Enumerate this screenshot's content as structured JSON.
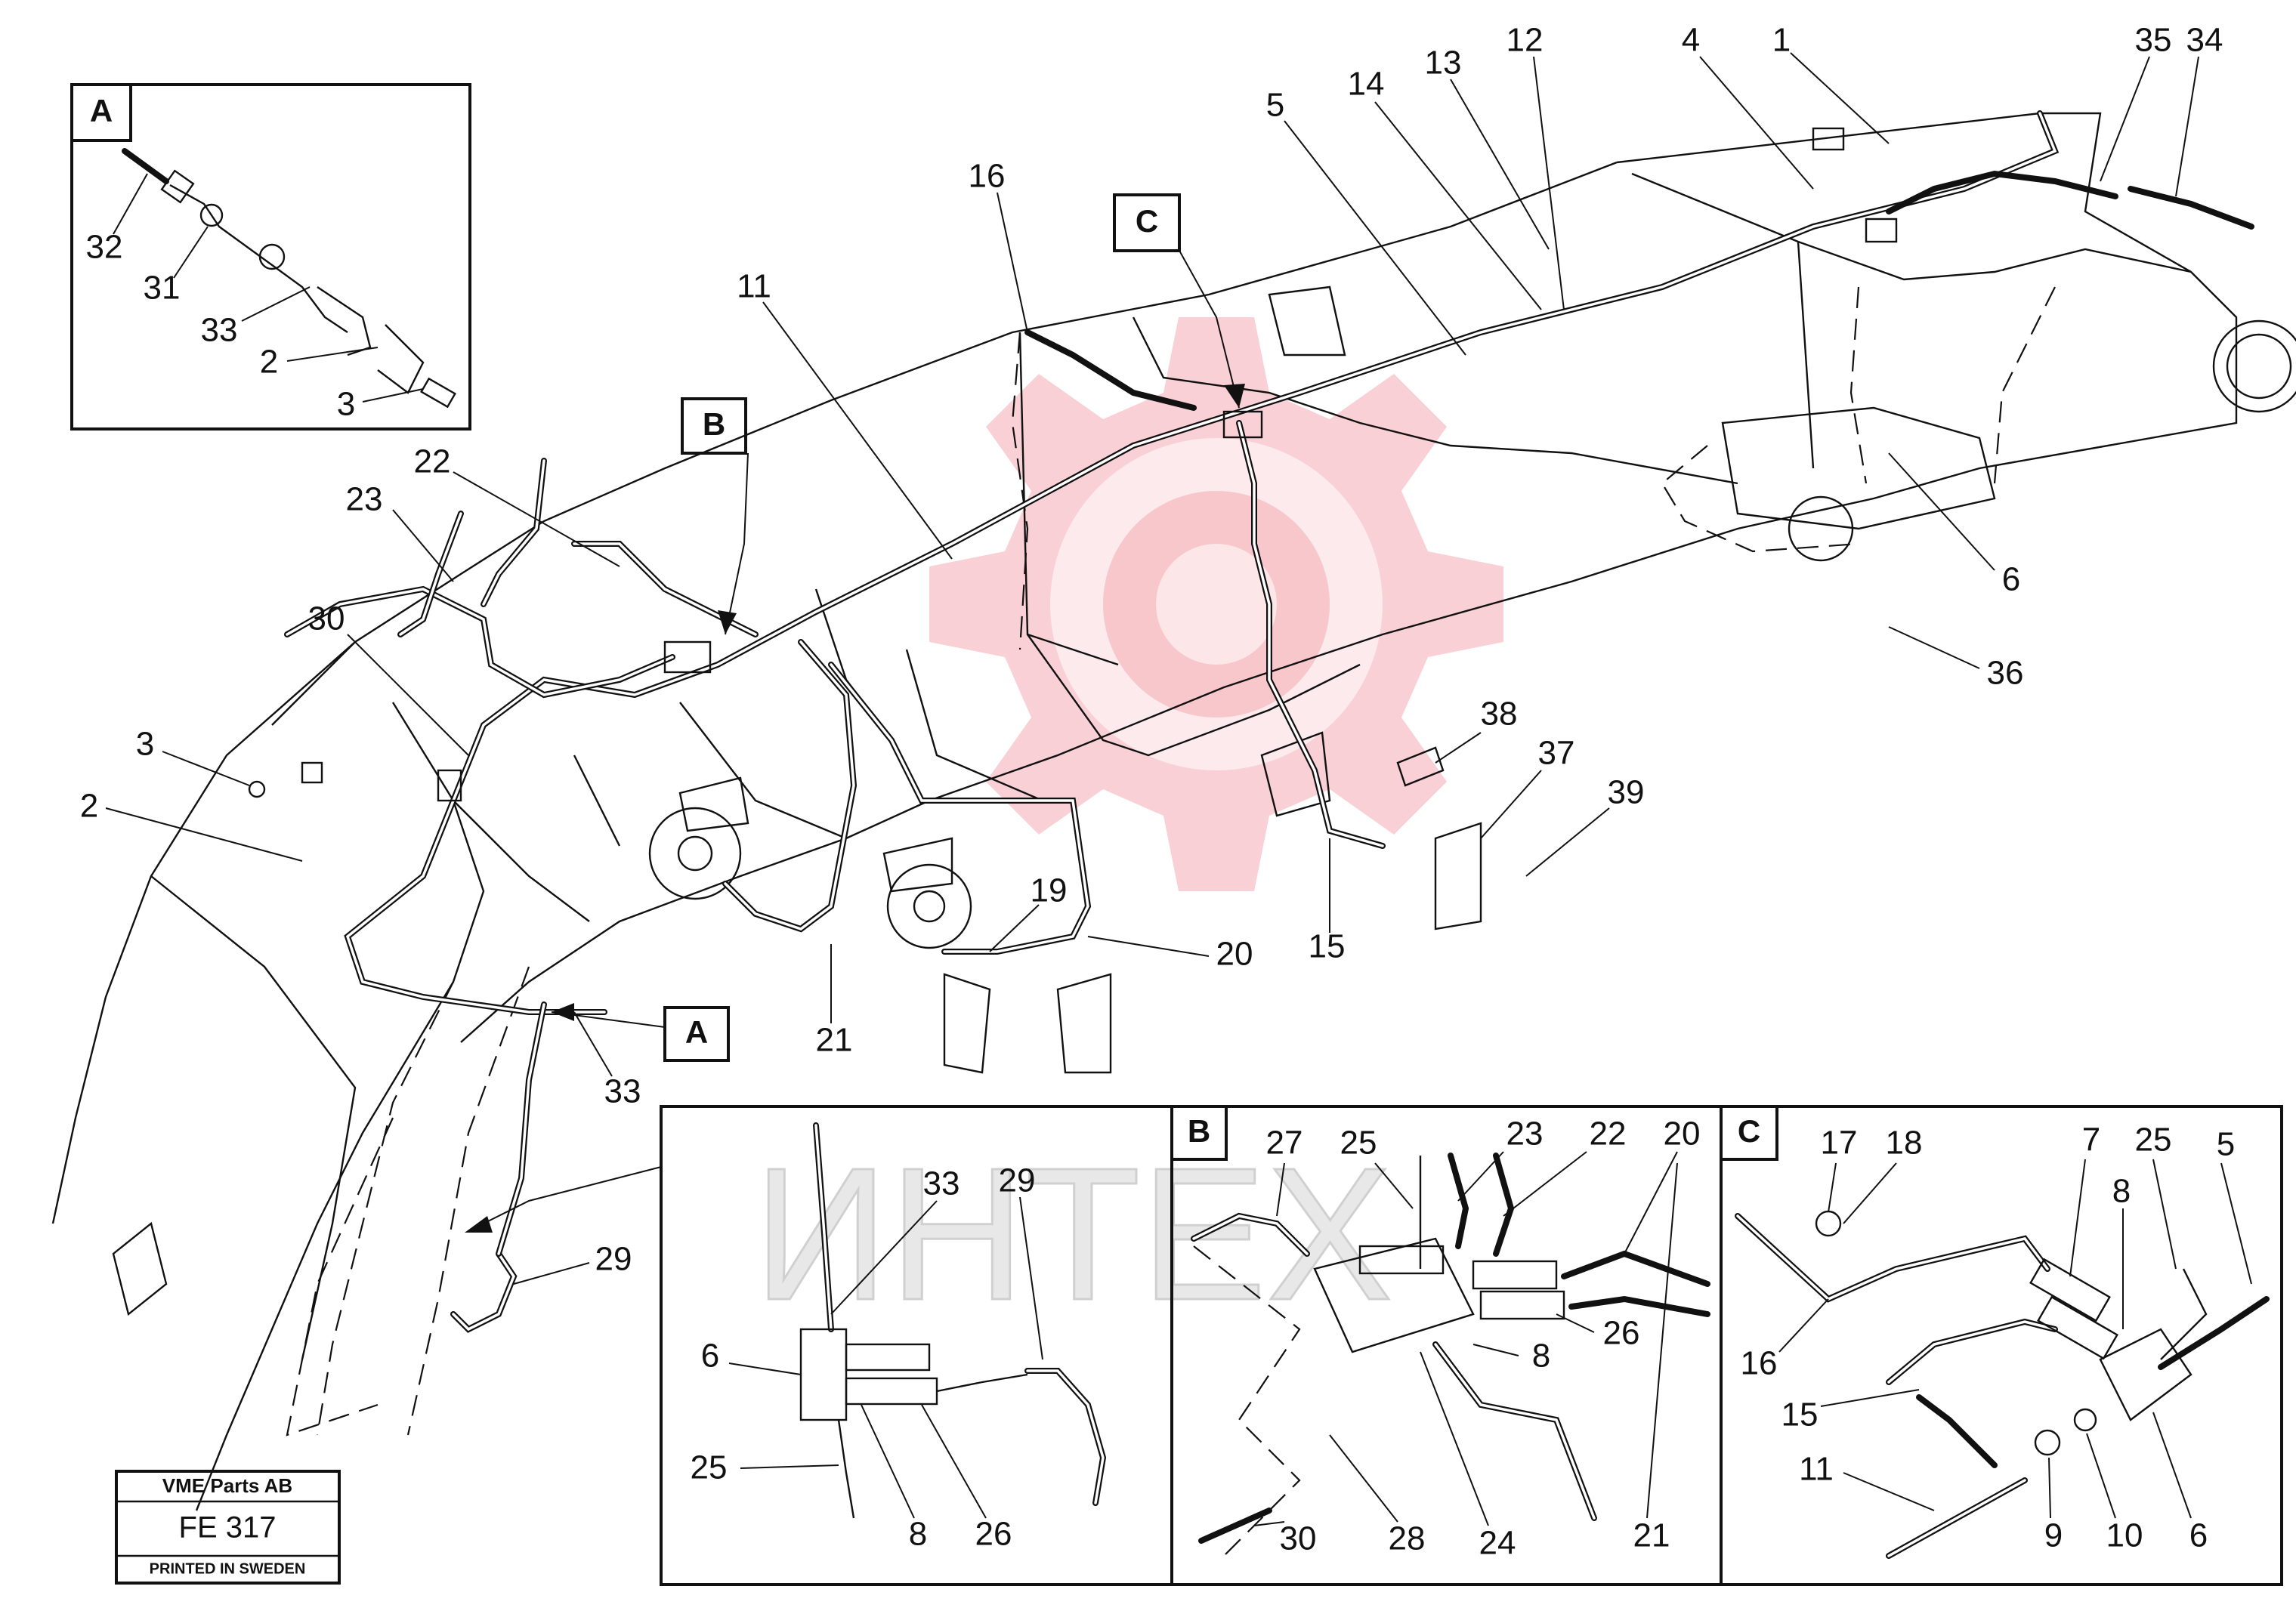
{
  "diagram": {
    "main_callouts": [
      "1",
      "2",
      "3",
      "4",
      "5",
      "6",
      "11",
      "12",
      "13",
      "14",
      "15",
      "16",
      "19",
      "20",
      "21",
      "22",
      "23",
      "29",
      "30",
      "33",
      "34",
      "35",
      "36",
      "37",
      "38",
      "39"
    ],
    "view_markers": [
      "A",
      "B",
      "C"
    ],
    "detail_a": {
      "label": "A",
      "callouts": [
        "32",
        "31",
        "33",
        "2",
        "3"
      ]
    },
    "detail_6": {
      "callouts": [
        "33",
        "29",
        "6",
        "25",
        "8",
        "26"
      ]
    },
    "detail_b": {
      "label": "B",
      "callouts": [
        "27",
        "25",
        "23",
        "22",
        "20",
        "8",
        "26",
        "28",
        "30",
        "24",
        "21"
      ]
    },
    "detail_c": {
      "label": "C",
      "callouts": [
        "17",
        "18",
        "7",
        "25",
        "5",
        "8",
        "16",
        "15",
        "11",
        "9",
        "10",
        "6"
      ]
    }
  },
  "watermark": {
    "text": "ИНТЕХ",
    "color": "#f0a0a8"
  },
  "title_block": {
    "company": "VME Parts AB",
    "drawing_no": "FE 317",
    "printed": "PRINTED IN SWEDEN"
  }
}
